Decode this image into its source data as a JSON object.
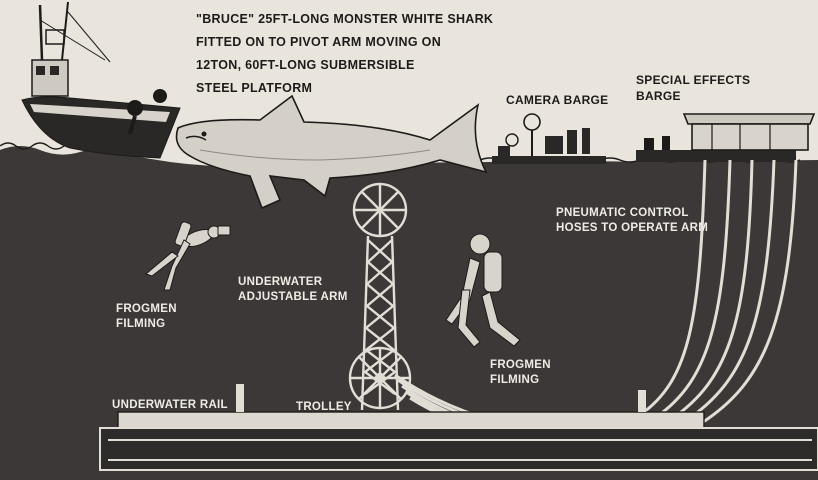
{
  "labels": {
    "title": [
      "\"BRUCE\" 25ft-LONG MONSTER WHITE SHARK",
      "FITTED ON TO PIVOT ARM MOVING ON",
      "12TON, 60ft-LONG SUBMERSIBLE",
      "STEEL PLATFORM"
    ],
    "camera_barge": "CAMERA BARGE",
    "special_effects_barge": [
      "SPECIAL EFFECTS",
      "BARGE"
    ],
    "pneumatic_hoses": [
      "PNEUMATIC CONTROL",
      "HOSES TO OPERATE ARM"
    ],
    "underwater_arm": [
      "UNDERWATER",
      "ADJUSTABLE ARM"
    ],
    "frogmen_left": [
      "FROGMEN",
      "FILMING"
    ],
    "frogmen_right": [
      "FROGMEN",
      "FILMING"
    ],
    "underwater_rail": "UNDERWATER RAIL",
    "trolley": "TROLLEY"
  },
  "colors": {
    "paper": "#e9e5dc",
    "water": "#3b3837",
    "ink": "#1d1b1a",
    "shark": "#d4d0c8",
    "platform": "#dcd8cf"
  },
  "icons": [
    "boat-icon",
    "shark-icon",
    "camera-barge-icon",
    "effects-barge-icon",
    "frogman-icon",
    "tower-icon",
    "pulley-wheel-icon",
    "hoses-icon",
    "platform-icon"
  ]
}
